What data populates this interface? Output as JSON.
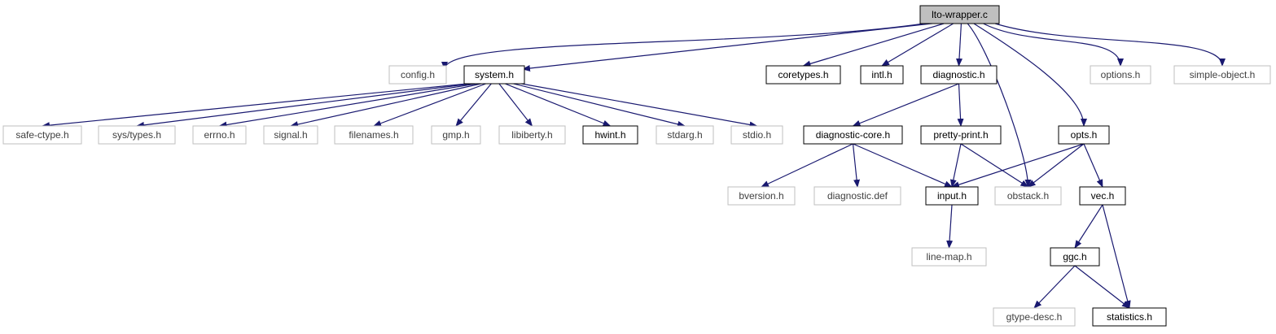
{
  "colors": {
    "edge": "#191970",
    "documented_border": "#000000",
    "external_border": "#bfbfbf",
    "root_fill": "#bfbfbf",
    "label_documented": "#000000",
    "label_external": "#404040"
  },
  "nodes": [
    {
      "id": "lto-wrapper-c",
      "label": "lto-wrapper.c",
      "kind": "root"
    },
    {
      "id": "config-h",
      "label": "config.h",
      "kind": "external"
    },
    {
      "id": "system-h",
      "label": "system.h",
      "kind": "documented"
    },
    {
      "id": "coretypes-h",
      "label": "coretypes.h",
      "kind": "documented"
    },
    {
      "id": "intl-h",
      "label": "intl.h",
      "kind": "documented"
    },
    {
      "id": "diagnostic-h",
      "label": "diagnostic.h",
      "kind": "documented"
    },
    {
      "id": "options-h",
      "label": "options.h",
      "kind": "external"
    },
    {
      "id": "simple-object-h",
      "label": "simple-object.h",
      "kind": "external"
    },
    {
      "id": "safe-ctype-h",
      "label": "safe-ctype.h",
      "kind": "external"
    },
    {
      "id": "sys-types-h",
      "label": "sys/types.h",
      "kind": "external"
    },
    {
      "id": "errno-h",
      "label": "errno.h",
      "kind": "external"
    },
    {
      "id": "signal-h",
      "label": "signal.h",
      "kind": "external"
    },
    {
      "id": "filenames-h",
      "label": "filenames.h",
      "kind": "external"
    },
    {
      "id": "gmp-h",
      "label": "gmp.h",
      "kind": "external"
    },
    {
      "id": "libiberty-h",
      "label": "libiberty.h",
      "kind": "external"
    },
    {
      "id": "hwint-h",
      "label": "hwint.h",
      "kind": "documented"
    },
    {
      "id": "stdarg-h",
      "label": "stdarg.h",
      "kind": "external"
    },
    {
      "id": "stdio-h",
      "label": "stdio.h",
      "kind": "external"
    },
    {
      "id": "diagnostic-core-h",
      "label": "diagnostic-core.h",
      "kind": "documented"
    },
    {
      "id": "pretty-print-h",
      "label": "pretty-print.h",
      "kind": "documented"
    },
    {
      "id": "opts-h",
      "label": "opts.h",
      "kind": "documented"
    },
    {
      "id": "bversion-h",
      "label": "bversion.h",
      "kind": "external"
    },
    {
      "id": "diagnostic-def",
      "label": "diagnostic.def",
      "kind": "external"
    },
    {
      "id": "input-h",
      "label": "input.h",
      "kind": "documented"
    },
    {
      "id": "obstack-h",
      "label": "obstack.h",
      "kind": "external"
    },
    {
      "id": "vec-h",
      "label": "vec.h",
      "kind": "documented"
    },
    {
      "id": "line-map-h",
      "label": "line-map.h",
      "kind": "external"
    },
    {
      "id": "ggc-h",
      "label": "ggc.h",
      "kind": "documented"
    },
    {
      "id": "gtype-desc-h",
      "label": "gtype-desc.h",
      "kind": "external"
    },
    {
      "id": "statistics-h",
      "label": "statistics.h",
      "kind": "documented"
    }
  ],
  "edges": [
    [
      "lto-wrapper-c",
      "config-h"
    ],
    [
      "lto-wrapper-c",
      "system-h"
    ],
    [
      "lto-wrapper-c",
      "coretypes-h"
    ],
    [
      "lto-wrapper-c",
      "intl-h"
    ],
    [
      "lto-wrapper-c",
      "diagnostic-h"
    ],
    [
      "lto-wrapper-c",
      "obstack-h"
    ],
    [
      "lto-wrapper-c",
      "opts-h"
    ],
    [
      "lto-wrapper-c",
      "options-h"
    ],
    [
      "lto-wrapper-c",
      "simple-object-h"
    ],
    [
      "system-h",
      "safe-ctype-h"
    ],
    [
      "system-h",
      "sys-types-h"
    ],
    [
      "system-h",
      "errno-h"
    ],
    [
      "system-h",
      "signal-h"
    ],
    [
      "system-h",
      "filenames-h"
    ],
    [
      "system-h",
      "gmp-h"
    ],
    [
      "system-h",
      "libiberty-h"
    ],
    [
      "system-h",
      "hwint-h"
    ],
    [
      "system-h",
      "stdarg-h"
    ],
    [
      "system-h",
      "stdio-h"
    ],
    [
      "diagnostic-h",
      "diagnostic-core-h"
    ],
    [
      "diagnostic-h",
      "pretty-print-h"
    ],
    [
      "diagnostic-core-h",
      "bversion-h"
    ],
    [
      "diagnostic-core-h",
      "diagnostic-def"
    ],
    [
      "diagnostic-core-h",
      "input-h"
    ],
    [
      "pretty-print-h",
      "input-h"
    ],
    [
      "pretty-print-h",
      "obstack-h"
    ],
    [
      "opts-h",
      "input-h"
    ],
    [
      "opts-h",
      "obstack-h"
    ],
    [
      "opts-h",
      "vec-h"
    ],
    [
      "input-h",
      "line-map-h"
    ],
    [
      "vec-h",
      "ggc-h"
    ],
    [
      "vec-h",
      "statistics-h"
    ],
    [
      "ggc-h",
      "gtype-desc-h"
    ],
    [
      "ggc-h",
      "statistics-h"
    ]
  ]
}
